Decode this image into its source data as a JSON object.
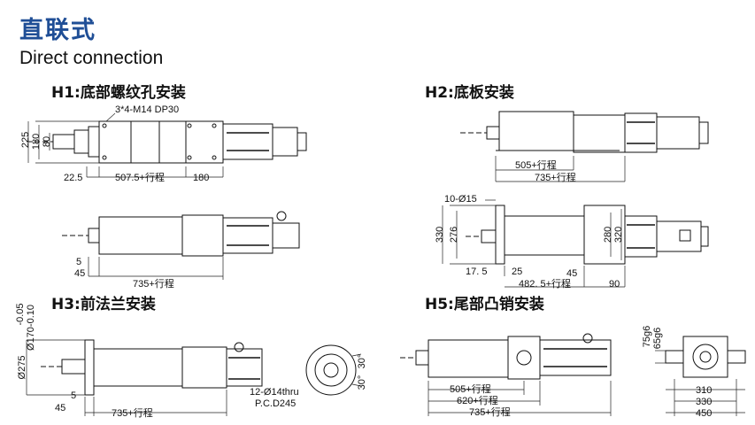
{
  "header": {
    "title_cn": "直联式",
    "title_en": "Direct connection"
  },
  "sections": {
    "h1": "H1:底部螺纹孔安装",
    "h2": "H2:底板安装",
    "h3": "H3:前法兰安装",
    "h5": "H5:尾部凸销安装"
  },
  "dims": {
    "h1_thread": "3*4-M14 DP30",
    "h1_225": "225",
    "h1_180v": "180",
    "h1_80": "80",
    "h1_22_5": "22.5",
    "h1_507": "507.5+行程",
    "h1_180": "180",
    "h1b_5": "5",
    "h1b_45": "45",
    "h1b_735": "735+行程",
    "h2_505": "505+行程",
    "h2_735": "735+行程",
    "h2b_holes": "10-Ø15",
    "h2b_330": "330",
    "h2b_276": "276",
    "h2b_280": "280",
    "h2b_320": "320",
    "h2b_17_5": "17. 5",
    "h2b_25": "25",
    "h2b_45": "45",
    "h2b_482": "482. 5+行程",
    "h2b_90": "90",
    "h3_tol1": "-0.05",
    "h3_tol2": "Ø170-0.10",
    "h3_275": "Ø275",
    "h3_5": "5",
    "h3_45": "45",
    "h3_735": "735+行程",
    "h3_30a": "30°",
    "h3_30b": "30°",
    "h3_holes": "12-Ø14thru",
    "h3_pcd": "P.C.D245",
    "h5_505": "505+行程",
    "h5_620": "620+行程",
    "h5_735": "735+行程",
    "h5_75g6": "75g6",
    "h5_65g6": "65g6",
    "h5_310": "310",
    "h5_330": "330",
    "h5_450": "450"
  },
  "colors": {
    "title": "#1f4e96",
    "line": "#111111"
  }
}
